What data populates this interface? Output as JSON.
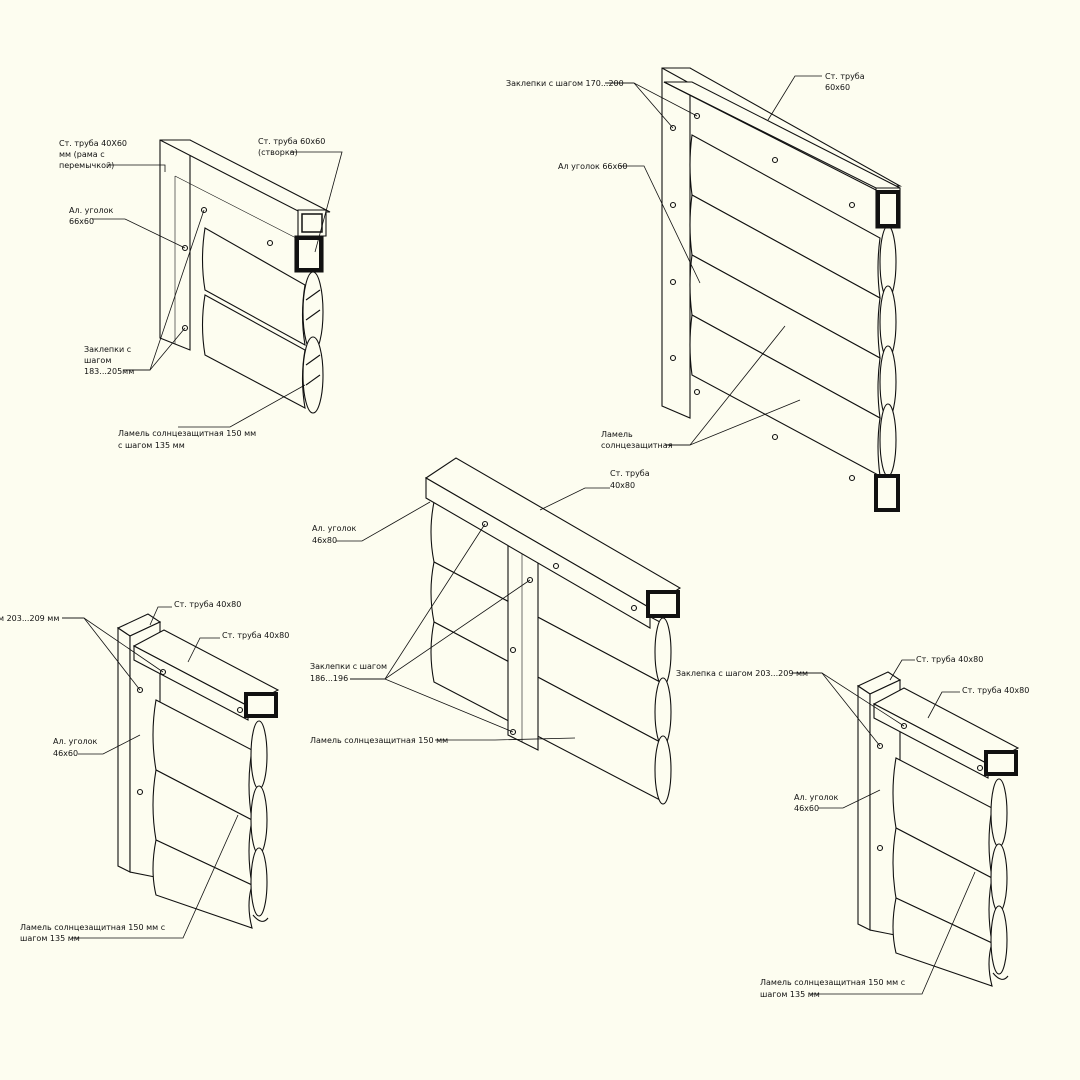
{
  "colors": {
    "background": "#fdfdf0",
    "ink": "#111111"
  },
  "top_left": {
    "frame_tube": [
      "Ст. труба 40Х60",
      "мм (рама с",
      "перемычкой)"
    ],
    "sash_tube": [
      "Ст. труба 60х60",
      "(створка)"
    ],
    "angle": [
      "Ал. уголок",
      "66х60"
    ],
    "rivets": [
      "Заклепки с",
      "шагом",
      "183...205мм"
    ],
    "lamella": [
      "Ламель солнцезащитная 150 мм",
      "с шагом 135 мм"
    ]
  },
  "top_right": {
    "rivets": "Заклепки с шагом 170...200",
    "tube": [
      "Ст. труба",
      "60х60"
    ],
    "angle": "Ал уголок 66х60",
    "lamella": [
      "Ламель",
      "солнцезащитная"
    ]
  },
  "center": {
    "tube": [
      "Ст. труба",
      "40х80"
    ],
    "angle": [
      "Ал. уголок",
      "46х80"
    ],
    "rivets": [
      "Заклепки с шагом",
      "186...196"
    ],
    "lamella": "Ламель солнцезащитная 150 мм"
  },
  "bottom_left": {
    "rivets": "м 203...209 мм",
    "tube_small": "Ст. труба 40х80",
    "tube": "Ст. труба 40х80",
    "angle": [
      "Ал. уголок",
      "46х60"
    ],
    "lamella": [
      "Ламель солнцезащитная 150 мм с",
      "шагом 135 мм"
    ]
  },
  "bottom_right": {
    "rivets": "Заклепка с шагом 203...209 мм",
    "tube_small": "Ст. труба 40х80",
    "tube": "Ст. труба 40х80",
    "angle": [
      "Ал. уголок",
      "46х60"
    ],
    "lamella": [
      "Ламель солнцезащитная 150 мм с",
      "шагом 135 мм"
    ]
  }
}
